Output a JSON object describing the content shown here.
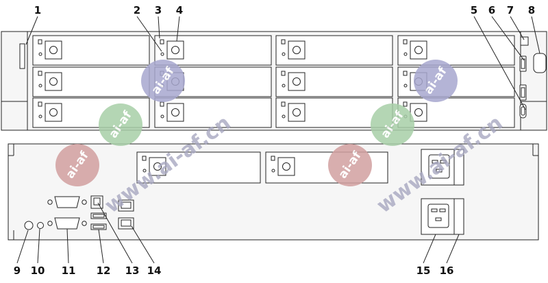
{
  "callouts": {
    "top": [
      "1",
      "2",
      "3",
      "4",
      "5",
      "6",
      "7",
      "8"
    ],
    "bottom": [
      "9",
      "10",
      "11",
      "12",
      "13",
      "14",
      "15",
      "16"
    ]
  },
  "watermark": {
    "badge": "ai-af",
    "url": "www.ai-af.cn"
  },
  "colors": {
    "line": "#222222",
    "face": "#f6f6f6",
    "badge_red": "#d2a0a0",
    "badge_green": "#a8cfa8",
    "badge_blue": "#a8a8cf",
    "url_color": "#a8a8c0"
  }
}
